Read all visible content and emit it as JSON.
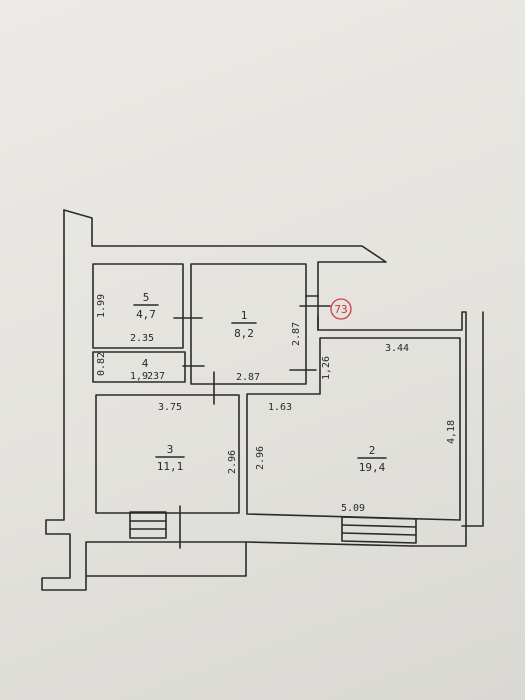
{
  "rooms": [
    {
      "id": "r1",
      "number": "1",
      "area": "8,2"
    },
    {
      "id": "r2",
      "number": "2",
      "area": "19,4"
    },
    {
      "id": "r3",
      "number": "3",
      "area": "11,1"
    },
    {
      "id": "r4",
      "number": "4",
      "area": "1,9"
    },
    {
      "id": "r5",
      "number": "5",
      "area": "4,7"
    }
  ],
  "dimensions": {
    "d199": "1.99",
    "d235": "2.35",
    "d287v": "2.87",
    "d287h": "2.87",
    "d082": "0.82",
    "d237": "237",
    "d375": "3.75",
    "d163": "1.63",
    "d344": "3.44",
    "d126": "1,26",
    "d418": "4,18",
    "d296a": "2.96",
    "d296b": "2.96",
    "d509": "5.09"
  },
  "stamp": {
    "label": "73",
    "color": "#d23a3a"
  },
  "colors": {
    "ink": "#2b2b2b",
    "paper": "#e8e7e2"
  }
}
